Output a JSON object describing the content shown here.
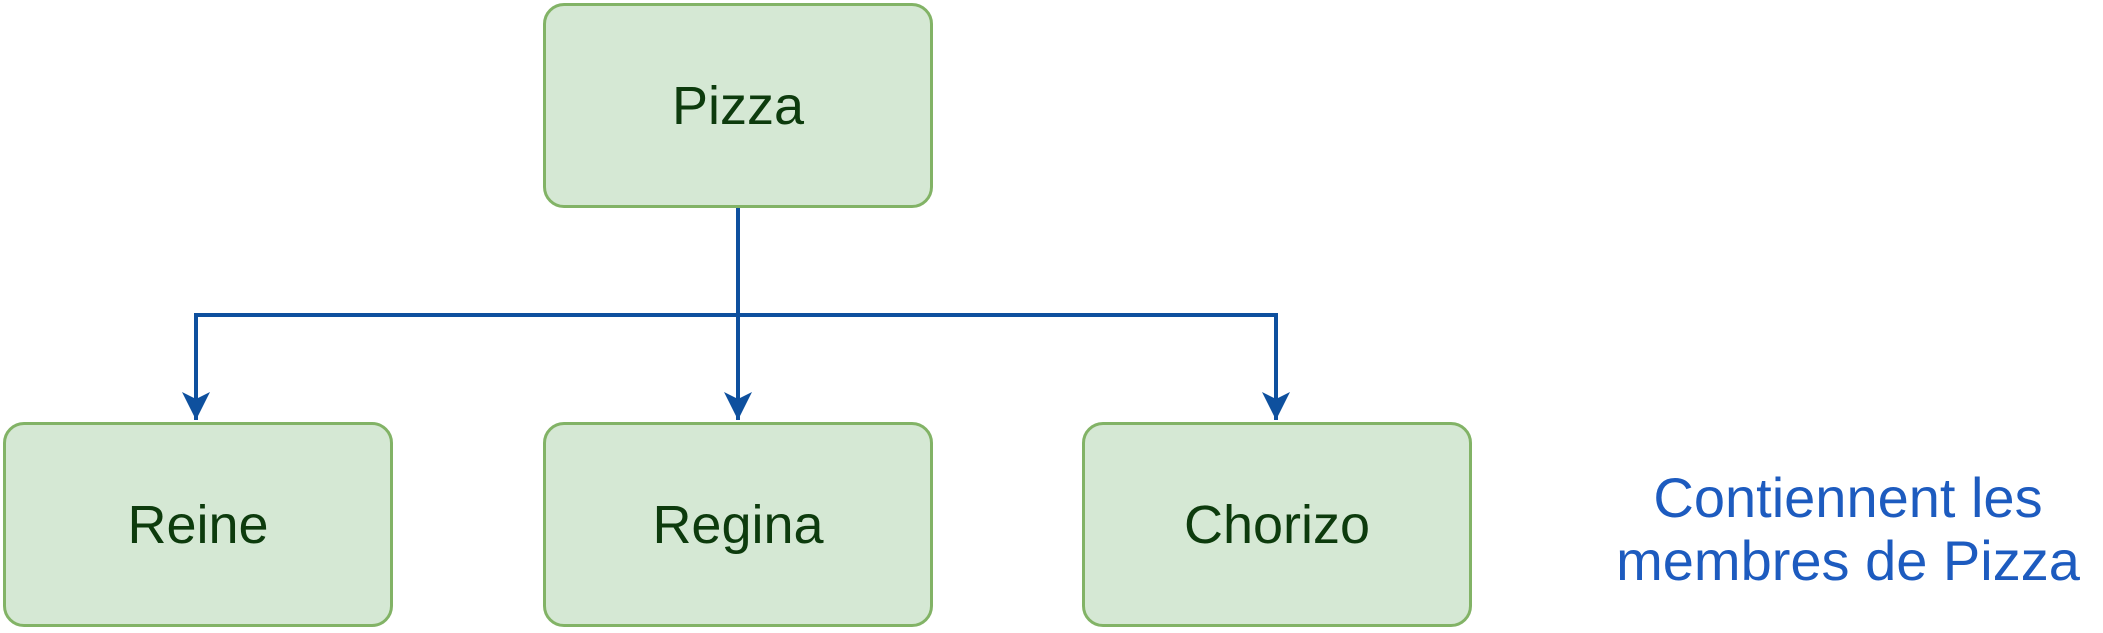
{
  "diagram": {
    "nodes": {
      "root": {
        "label": "Pizza"
      },
      "children": [
        {
          "label": "Reine"
        },
        {
          "label": "Regina"
        },
        {
          "label": "Chorizo"
        }
      ]
    },
    "annotation": {
      "line1": "Contiennent les",
      "line2": "membres de Pizza"
    },
    "colors": {
      "node_fill": "#d5e8d4",
      "node_border": "#82b366",
      "node_text": "#0d3b0d",
      "connector": "#0e509e",
      "annotation_text": "#1d5bbf",
      "background": "#ffffff"
    }
  }
}
